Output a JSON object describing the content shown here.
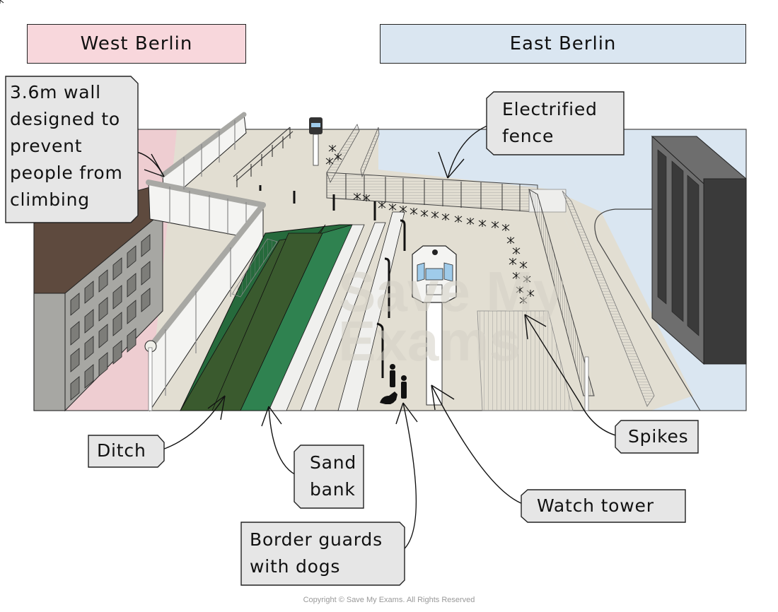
{
  "title_labels": {
    "west": "West Berlin",
    "east": "East Berlin"
  },
  "annotations": {
    "wall": [
      "3.6m wall",
      "designed to",
      "prevent",
      "people from",
      "climbing"
    ],
    "electrified_fence": [
      "Electrified",
      "fence"
    ],
    "ditch": [
      "Ditch"
    ],
    "sand_bank": [
      "Sand",
      "bank"
    ],
    "border_guards": [
      "Border guards",
      "with dogs"
    ],
    "watch_tower": [
      "Watch tower"
    ],
    "spikes": [
      "Spikes"
    ]
  },
  "watermark": [
    "Save My",
    "Exams"
  ],
  "copyright": "Copyright © Save My Exams. All Rights Reserved",
  "colors": {
    "west_fill": "#f8d7dc",
    "west_ground": "#eecdd1",
    "east_fill": "#dae6f1",
    "east_ground": "#d1dde7",
    "death_strip": "#e2ded2",
    "ditch_dark": "#3a5a2e",
    "ditch_mid": "#266a3c",
    "sand_bank": "#2f8250",
    "label_bg": "#e6e6e6",
    "wall_top": "#a8a8a4",
    "building_roof": "#5e4a3e",
    "building_wall": "#a7a7a3",
    "tower_glass": "#9fcbea",
    "dark_building": "#3a3a3a"
  }
}
